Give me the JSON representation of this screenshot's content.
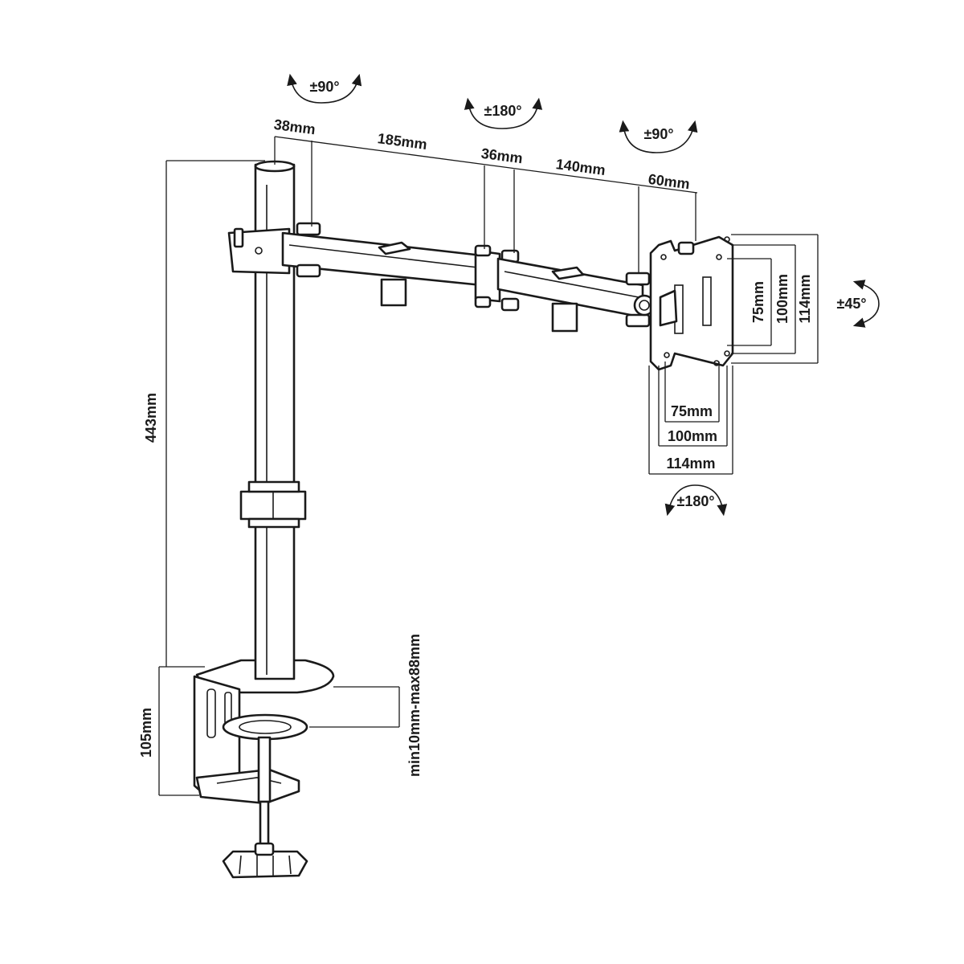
{
  "colors": {
    "ink": "#1a1a1a",
    "background": "#ffffff"
  },
  "rotation_labels": {
    "arm_base": "±90°",
    "arm_joint": "±180°",
    "head_swivel": "±90°",
    "tilt": "±45°",
    "plate_rotation": "±180°"
  },
  "arm_dimensions": {
    "pole_to_first_joint": "38mm",
    "first_arm": "185mm",
    "middle_joint": "36mm",
    "second_arm": "140mm",
    "head": "60mm"
  },
  "pole": {
    "height": "443mm"
  },
  "clamp": {
    "height": "105mm",
    "desk_thickness_range": "min10mm-max88mm"
  },
  "vesa": {
    "vertical": [
      "75mm",
      "100mm",
      "114mm"
    ],
    "horizontal": [
      "75mm",
      "100mm",
      "114mm"
    ]
  }
}
